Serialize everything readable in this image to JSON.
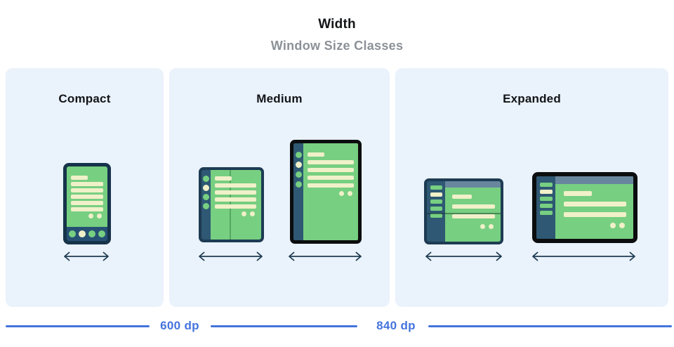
{
  "header": {
    "title": "Width",
    "subtitle": "Window Size Classes"
  },
  "size_classes": [
    {
      "label": "Compact",
      "devices": [
        {
          "type": "phone"
        }
      ]
    },
    {
      "label": "Medium",
      "devices": [
        {
          "type": "foldable-portrait"
        },
        {
          "type": "tablet-portrait"
        }
      ]
    },
    {
      "label": "Expanded",
      "devices": [
        {
          "type": "foldable-landscape"
        },
        {
          "type": "tablet-landscape"
        }
      ]
    }
  ],
  "breakpoints": [
    {
      "label": "600 dp"
    },
    {
      "label": "840 dp"
    }
  ],
  "colors": {
    "panel_background": "#eaf2fc",
    "screen_green": "#77cf81",
    "content_cream": "#f0f0c9",
    "frame_navy": "#1d3b53",
    "rail_navy": "#2e5873",
    "frame_black": "#0c0d0e",
    "topbar_blue_gray": "#68879e",
    "fold_line_green": "#55a763",
    "breakpoint_blue": "#4474dd",
    "subtitle_gray": "#8b9197"
  }
}
